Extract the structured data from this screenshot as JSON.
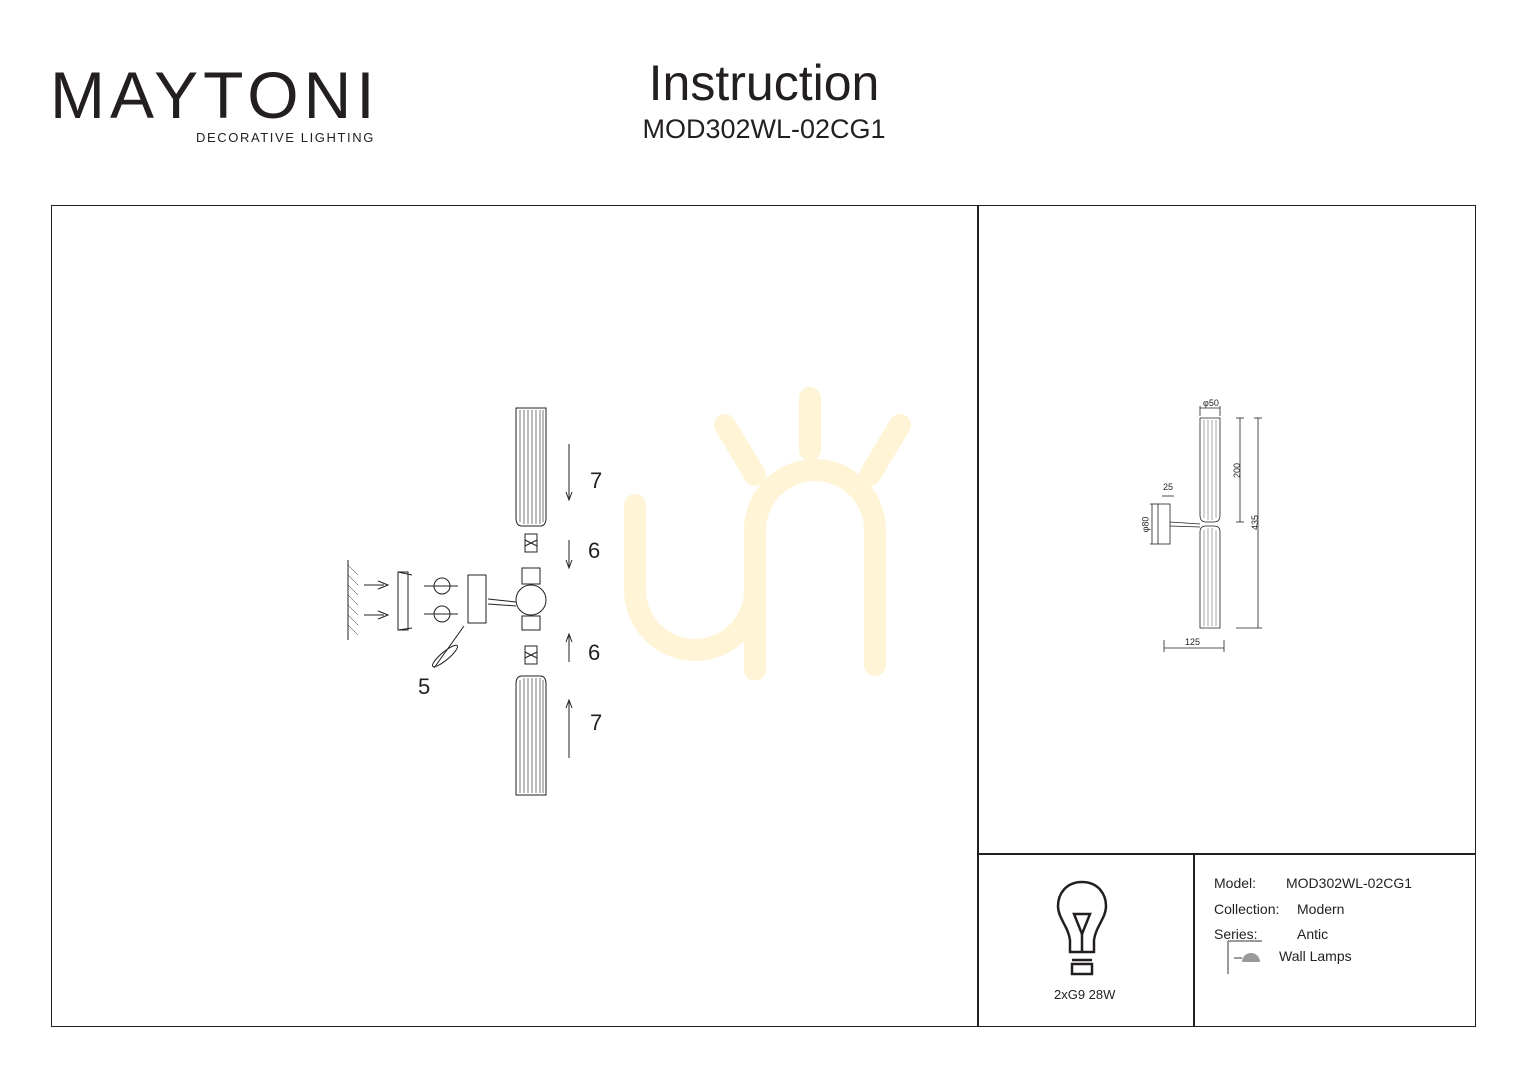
{
  "header": {
    "logo_text": "MAYTONI",
    "logo_subtitle": "DECORATIVE LIGHTING",
    "title": "Instruction",
    "model_code": "MOD302WL-02CG1"
  },
  "assembly": {
    "labels": [
      "7",
      "6",
      "6",
      "7",
      "5"
    ]
  },
  "dimensions": {
    "diameter_top": "φ50",
    "height_top": "200",
    "total_height": "435",
    "depth_arm": "25",
    "base_diameter": "φ80",
    "width": "125"
  },
  "bulb": {
    "spec": "2xG9 28W"
  },
  "specs": {
    "model_label": "Model:",
    "model_value": "MOD302WL-02CG1",
    "collection_label": "Collection:",
    "collection_value": "Modern",
    "series_label": "Series:",
    "series_value": "Antic",
    "type_value": "Wall Lamps"
  },
  "colors": {
    "ink": "#231f20",
    "logo_accent": "#7b2d5e",
    "watermark": "#fff4d6"
  },
  "icons": [
    "bulb-icon",
    "wall-lamp-icon",
    "watermark-logo"
  ]
}
